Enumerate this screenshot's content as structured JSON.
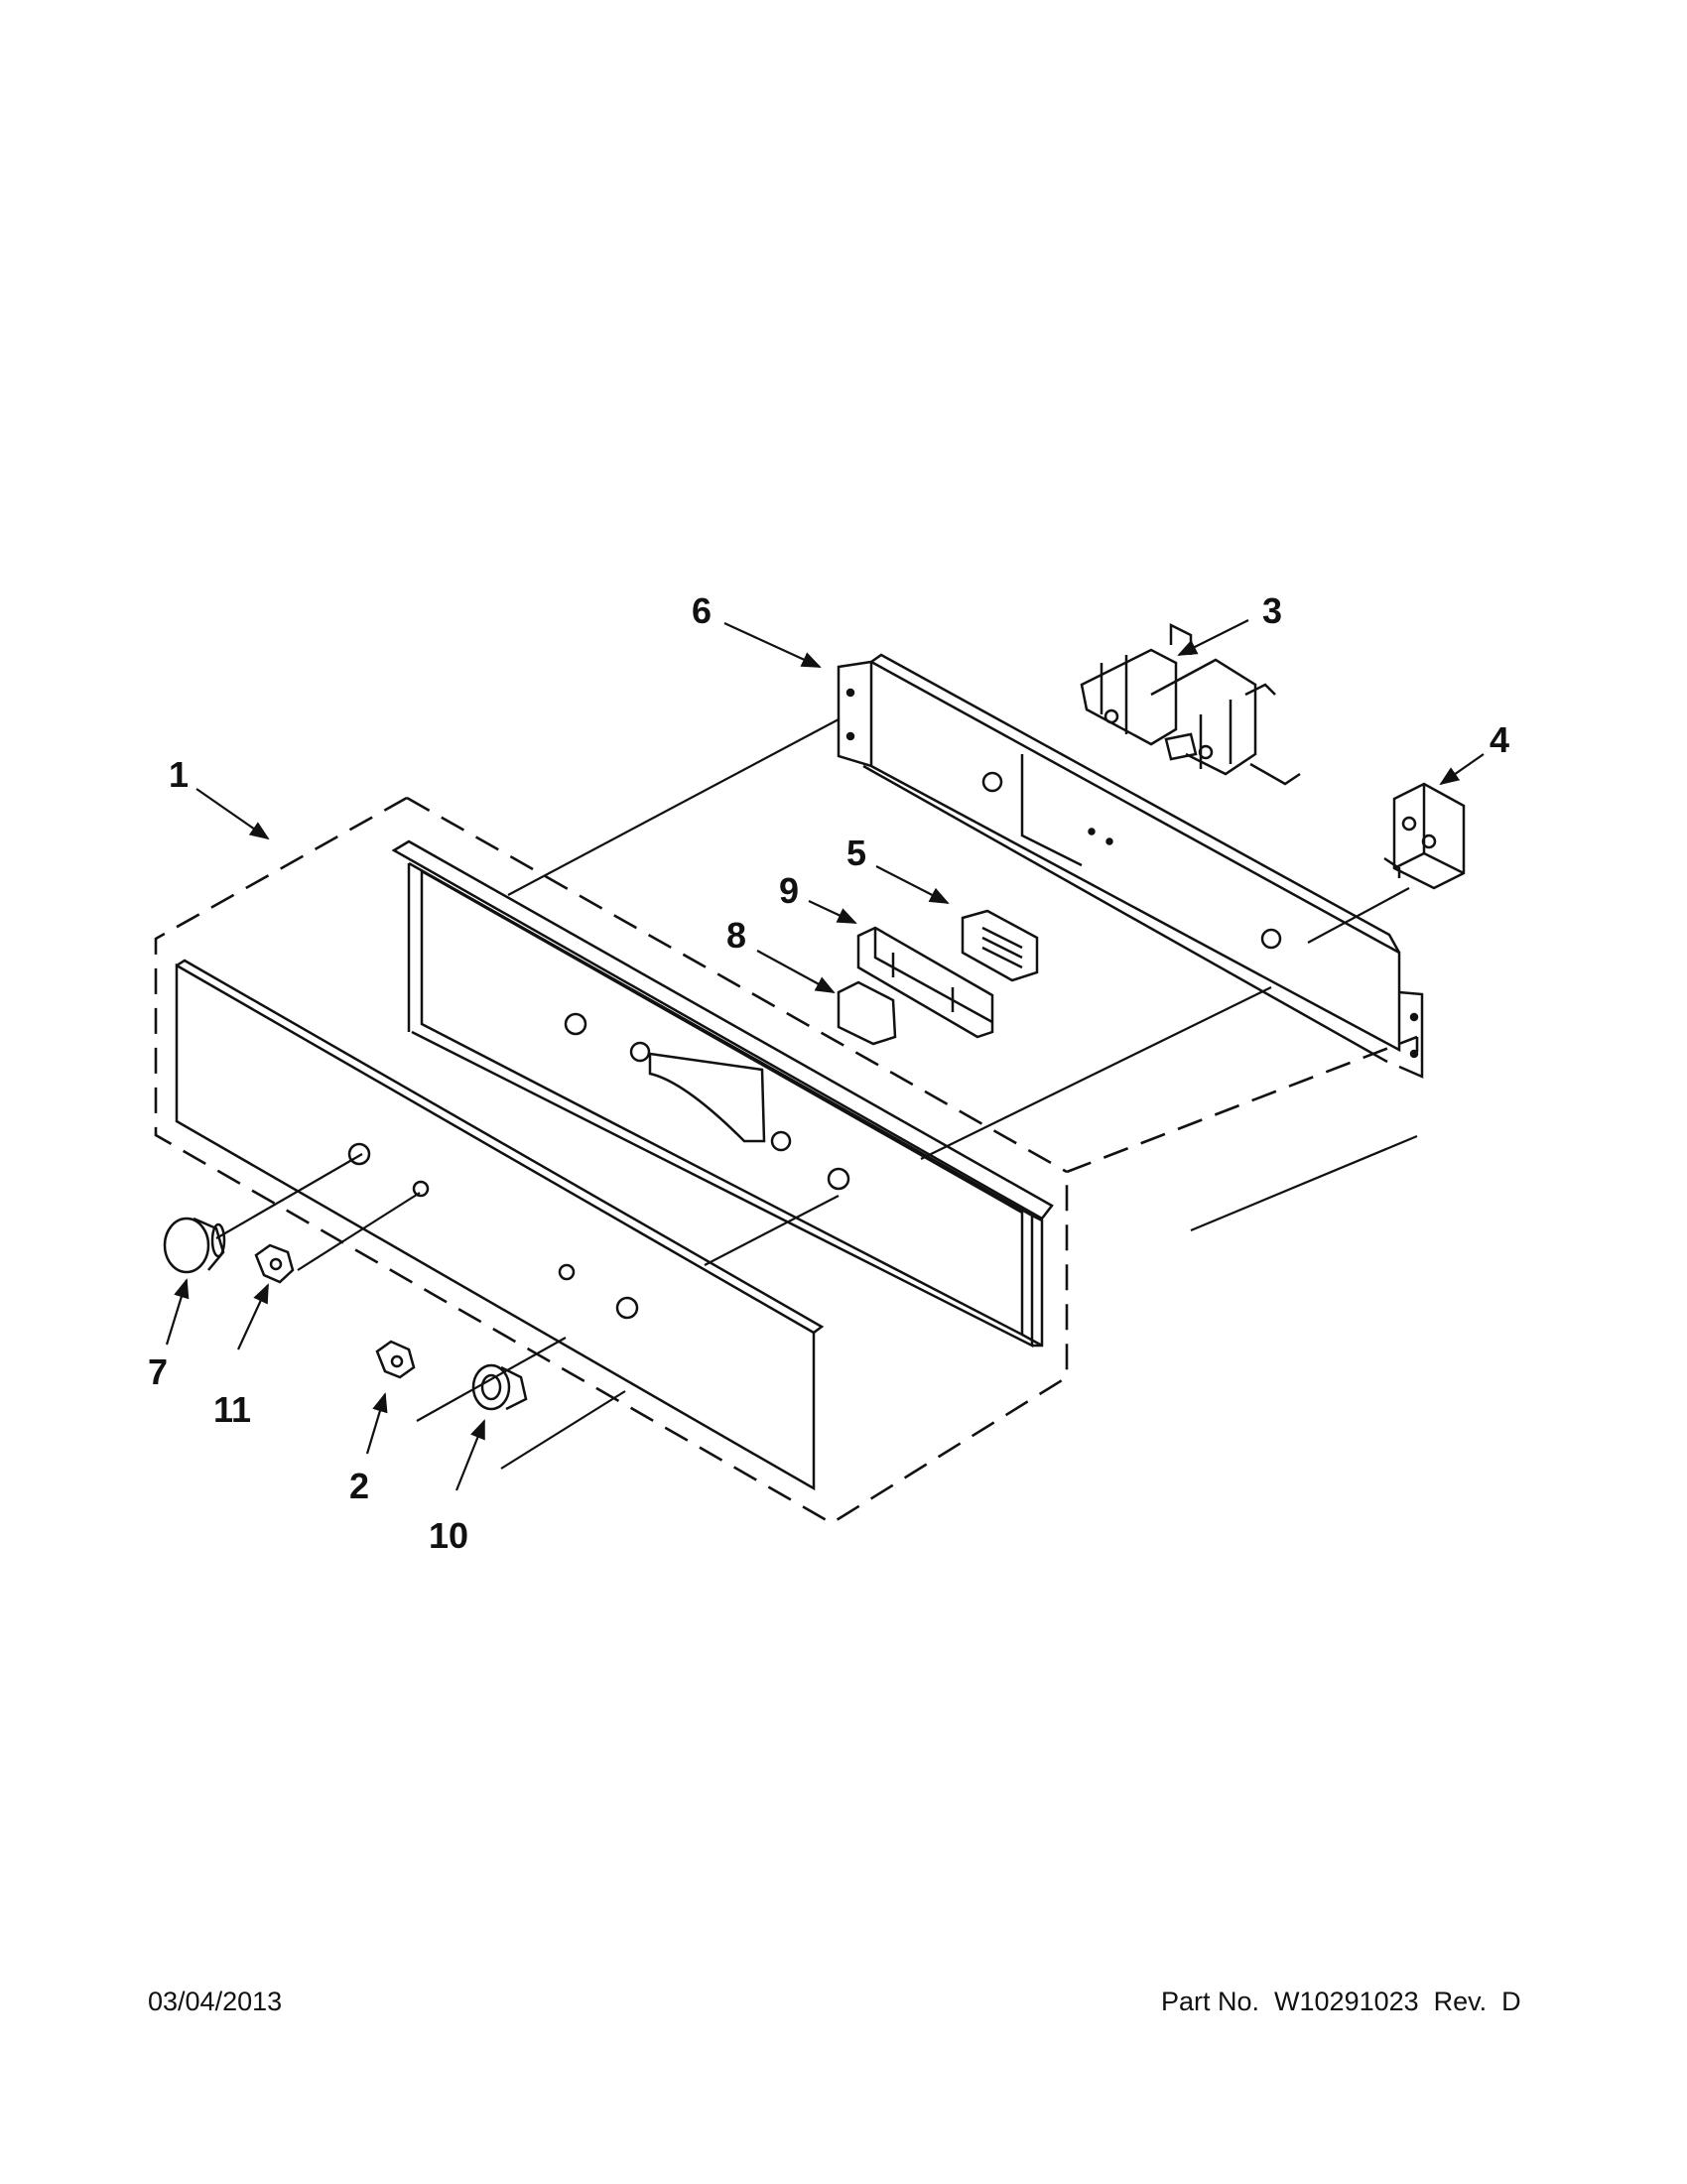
{
  "callouts": {
    "c1": "1",
    "c2": "2",
    "c3": "3",
    "c4": "4",
    "c5": "5",
    "c6": "6",
    "c7": "7",
    "c8": "8",
    "c9": "9",
    "c10": "10",
    "c11": "11"
  },
  "footer": {
    "date": "03/04/2013",
    "part_no": "Part No.  W10291023  Rev.  D"
  },
  "colors": {
    "ink": "#111111",
    "paper": "#ffffff"
  }
}
